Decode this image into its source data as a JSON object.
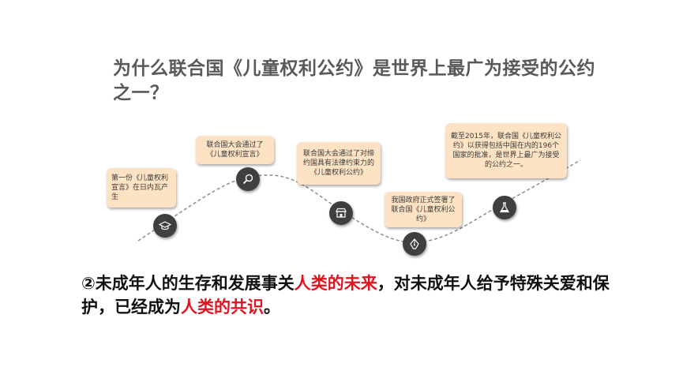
{
  "question": "为什么联合国《儿童权利公约》是世界上最广为接受的公约之一？",
  "timeline": [
    {
      "text": "第一份《儿童权利宣言》在日内瓦产生",
      "icon": "graduation-cap-icon"
    },
    {
      "text": "联合国大会通过了《儿童权利宣言》",
      "icon": "magnifier-icon"
    },
    {
      "text": "联合国大会通过了对缔约国具有法律约束力的《儿童权利公约》",
      "icon": "shop-icon"
    },
    {
      "text": "我国政府正式签署了联合国《儿童权利公约》",
      "icon": "pen-nib-icon"
    },
    {
      "text": "截至2015年，联合国《儿童权利公约》以获得包括中国在内的196个国家的批准，是世界上最广为接受的公约之一。",
      "icon": "flask-icon"
    }
  ],
  "statement": {
    "p1": "②未成年人的生存和发展事关",
    "h1": "人类的未来",
    "p2": "，对未成年人给予特殊关爱和保护，已经成为",
    "h2": "人类的共识",
    "p3": "。"
  },
  "colors": {
    "highlight": "#e0141e",
    "box": "#fde3c4",
    "node": "#3f3f3f",
    "heading": "#595959"
  }
}
